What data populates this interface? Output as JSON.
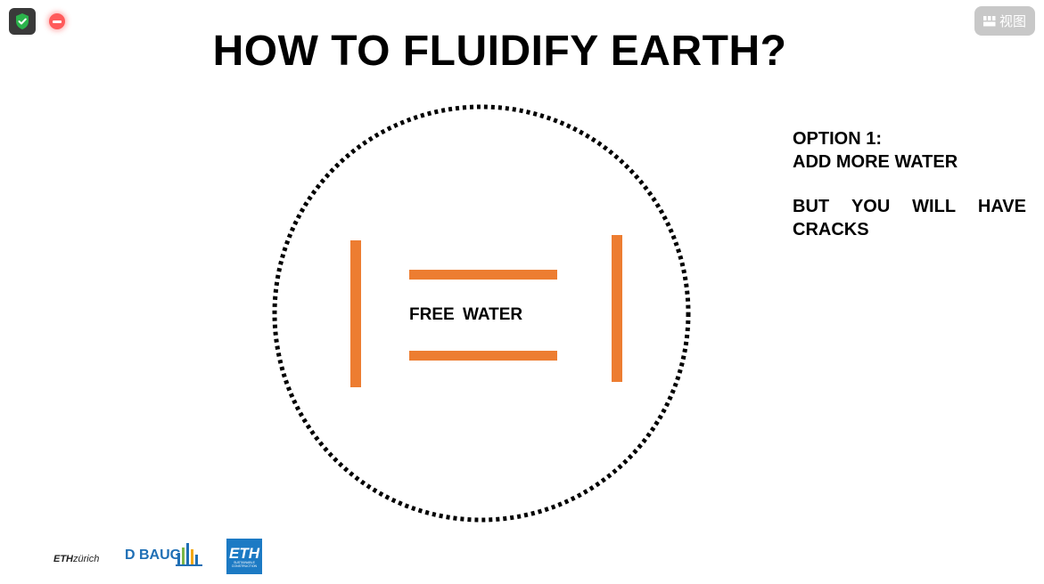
{
  "toolbar": {
    "shield_icon": "shield-check-icon",
    "record_icon": "record-indicator-icon",
    "view_icon": "grid-icon",
    "view_label": "视图"
  },
  "slide": {
    "title": "HOW TO FLUIDIFY EARTH?",
    "diagram_label": "FREE  WATER",
    "option_line1": "OPTION 1:",
    "option_line2": "ADD MORE WATER",
    "note_words": [
      "BUT",
      "YOU",
      "WILL",
      "HAVE"
    ],
    "note_line2": "CRACKS",
    "colors": {
      "accent": "#ED7D31",
      "circle": "#000000",
      "text": "#000000"
    }
  },
  "footer": {
    "eth_zurich_bold": "ETH",
    "eth_zurich_rest": "zürich",
    "dbaug_label": "D BAUG",
    "eth_box_label": "ETH",
    "eth_box_sub": "SUSTAINABLE CONSTRUCTION"
  }
}
